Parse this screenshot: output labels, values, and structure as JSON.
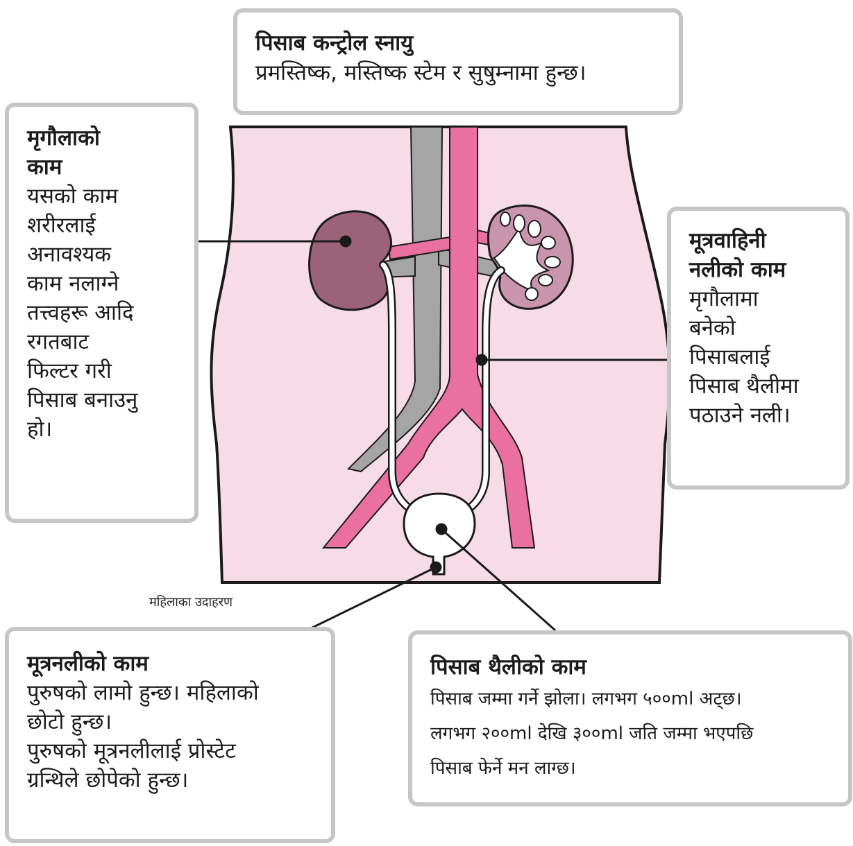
{
  "boxes": {
    "nerve": {
      "title": "पिसाब कन्ट्रोल स्नायु",
      "body": "प्रमस्तिष्क, मस्तिष्क स्टेम र सुषुम्नामा हुन्छ।"
    },
    "kidney": {
      "title": "मृगौलाको\nकाम",
      "body": "यसको काम\nशरीरलाई\nअनावश्यक\nकाम नलाग्ने\nतत्त्वहरू आदि\nरगतबाट\nफिल्टर गरी\nपिसाब बनाउनु\nहो।"
    },
    "ureter": {
      "title": "मूत्रवाहिनी\nनलीको काम",
      "body": "मृगौलामा\nबनेको\nपिसाबलाई\nपिसाब थैलीमा\nपठाउने नली।"
    },
    "urethra": {
      "title": "मूत्रनलीको काम",
      "body": "पुरुषको लामो हुन्छ। महिलाको\nछोटो हुन्छ।\nपुरुषको मूत्रनलीलाई प्रोस्टेट\nग्रन्थिले छोपेको हुन्छ।"
    },
    "bladder": {
      "title": "पिसाब थैलीको काम",
      "body": "पिसाब जम्मा गर्ने झोला। लगभग ५००ml अट्छ।\nलगभग २००ml देखि ३००ml जति जम्मा भएपछि\nपिसाब फेर्ने मन लाग्छ।"
    }
  },
  "caption": "महिलाका उदाहरण",
  "colors": {
    "torso": "#f7dce8",
    "artery": "#e9709f",
    "vein": "#a5a5a5",
    "kidney_left": "#9c6278",
    "kidney_right": "#c895ad",
    "box_border": "#c6c6c6",
    "leader": "#1b1b1b"
  }
}
